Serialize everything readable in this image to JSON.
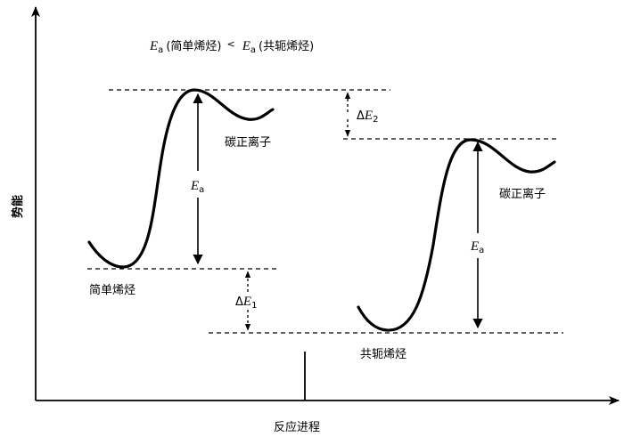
{
  "axes": {
    "y_label": "势能",
    "x_label": "反应进程"
  },
  "comparison": {
    "left_E": "E",
    "left_sub": "a",
    "left_note": "(简单烯烃)",
    "op": "<",
    "right_E": "E",
    "right_sub": "a",
    "right_note": "(共轭烯烃)"
  },
  "left": {
    "reactant_label": "简单烯烃",
    "product_label": "碳正离子",
    "ea_E": "E",
    "ea_sub": "a"
  },
  "right": {
    "reactant_label": "共轭烯烃",
    "product_label": "碳正离子",
    "ea_E": "E",
    "ea_sub": "a"
  },
  "deltas": {
    "d1_delta": "Δ",
    "d1_E": "E",
    "d1_sub": "1",
    "d2_delta": "Δ",
    "d2_E": "E",
    "d2_sub": "2"
  }
}
